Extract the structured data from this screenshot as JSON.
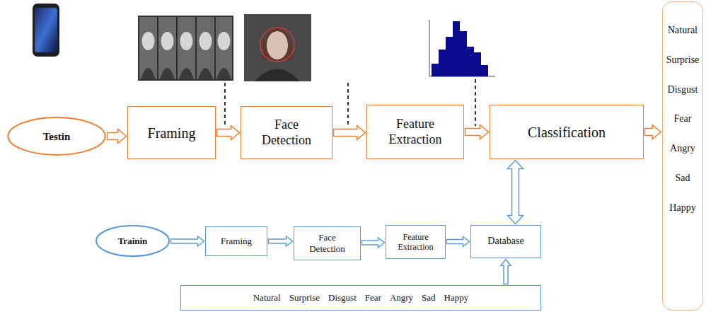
{
  "diagram": {
    "nodes": [
      {
        "text": [
          "Testin"
        ]
      },
      {
        "text": [
          "Framing"
        ]
      },
      {
        "text": [
          "Face Detection"
        ]
      },
      {
        "text": [
          "Feature Extraction"
        ]
      },
      {
        "text": [
          "Classification"
        ]
      },
      {
        "text": [
          "Natural",
          "Surprise",
          "Disgust",
          "Fear",
          "Angry",
          "Sad",
          "Happy"
        ]
      },
      {
        "text": [
          "Trainin"
        ]
      },
      {
        "text": [
          "Framing"
        ]
      },
      {
        "text": [
          "Face Detection"
        ]
      },
      {
        "text": [
          "Feature Extraction"
        ]
      },
      {
        "text": [
          "Database"
        ]
      },
      {
        "text": [
          "Natural",
          "Surprise",
          "Disgust",
          "Fear",
          "Angry",
          "Sad",
          "Happy"
        ]
      }
    ],
    "edges": [
      {
        "from": 0,
        "to": 1,
        "arrow": "to"
      },
      {
        "from": 1,
        "to": 2,
        "arrow": "to"
      },
      {
        "from": 2,
        "to": 3,
        "arrow": "to"
      },
      {
        "from": 3,
        "to": 4,
        "arrow": "to"
      },
      {
        "from": 4,
        "to": 5,
        "arrow": "to"
      },
      {
        "from": 6,
        "to": 7,
        "arrow": "to"
      },
      {
        "from": 7,
        "to": 8,
        "arrow": "to"
      },
      {
        "from": 8,
        "to": 9,
        "arrow": "to"
      },
      {
        "from": 9,
        "to": 10,
        "arrow": "to"
      },
      {
        "from": 11,
        "to": 10,
        "arrow": "to"
      },
      {
        "from": 4,
        "to": 10,
        "arrow": "both"
      }
    ]
  }
}
